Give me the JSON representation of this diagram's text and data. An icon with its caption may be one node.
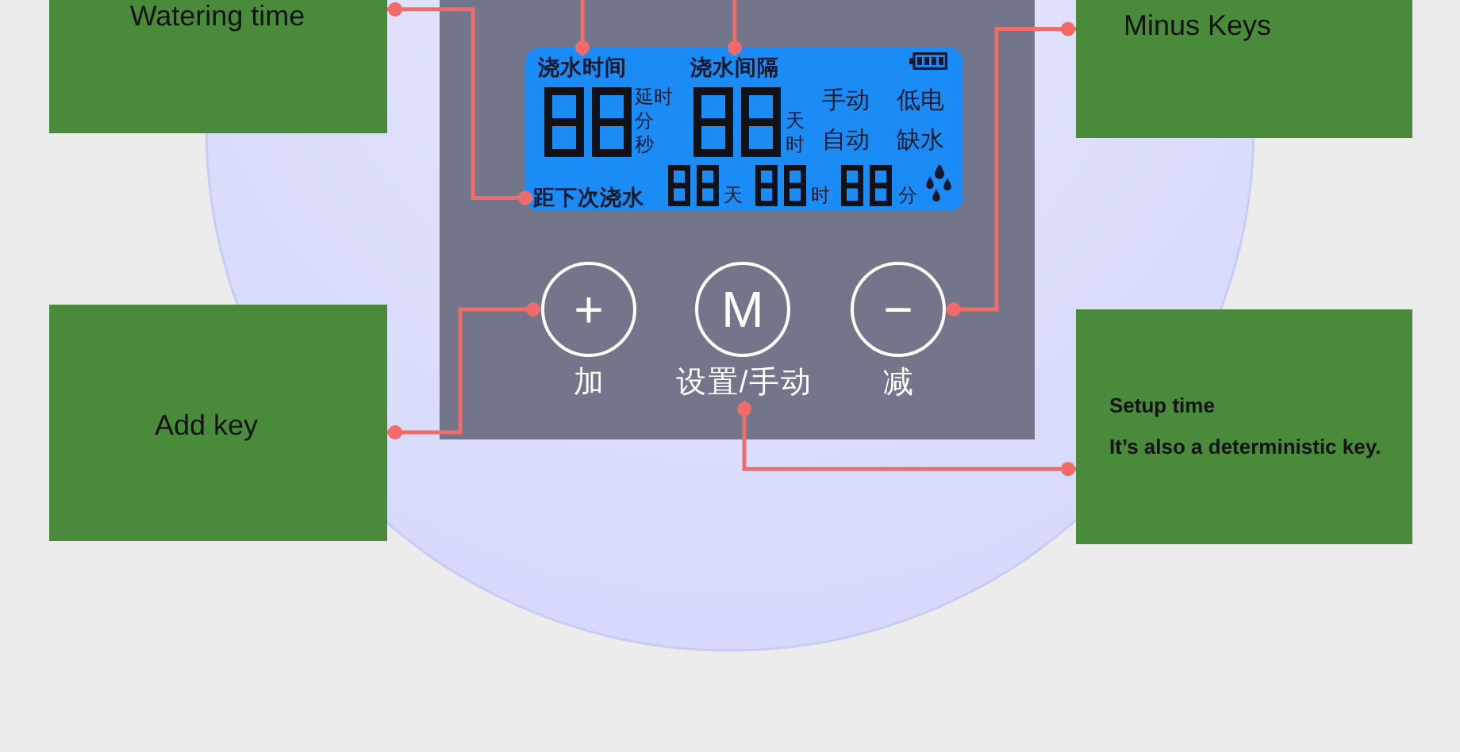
{
  "diagram": {
    "nodes": [
      {
        "text": [
          "Watering time"
        ]
      },
      {
        "text": [
          "Minus Keys"
        ]
      },
      {
        "text": [
          "延时",
          "分",
          "秒",
          "天",
          "时",
          "手动",
          "低电",
          "自动",
          "缺水",
          "天",
          "时",
          "分"
        ]
      },
      {
        "text": [
          "浇水时间"
        ],
        "in": 2
      },
      {
        "text": [
          "浇水间隔"
        ],
        "in": 2
      },
      {
        "text": [
          "距下次浇水"
        ],
        "in": 2
      },
      {
        "text": [
          "+"
        ],
        "beside": [
          "加"
        ]
      },
      {
        "text": [
          "M"
        ]
      },
      {
        "text": [
          "−"
        ],
        "beside": [
          "减"
        ]
      },
      {
        "text": [
          "设置/手动"
        ]
      },
      {
        "text": [
          "Add key"
        ]
      },
      {
        "text": [
          "Setup time",
          "It’s also a deterministic key."
        ]
      }
    ],
    "edges": [
      {
        "from": 0,
        "to": 5,
        "arrow": "other"
      },
      {
        "from": null,
        "to": 3,
        "arrow": "other"
      },
      {
        "from": null,
        "to": 4,
        "arrow": "other"
      },
      {
        "from": 1,
        "to": 8,
        "arrow": "other"
      },
      {
        "from": 10,
        "to": 6,
        "arrow": "other"
      },
      {
        "from": 11,
        "to": 9,
        "arrow": "other"
      }
    ]
  }
}
